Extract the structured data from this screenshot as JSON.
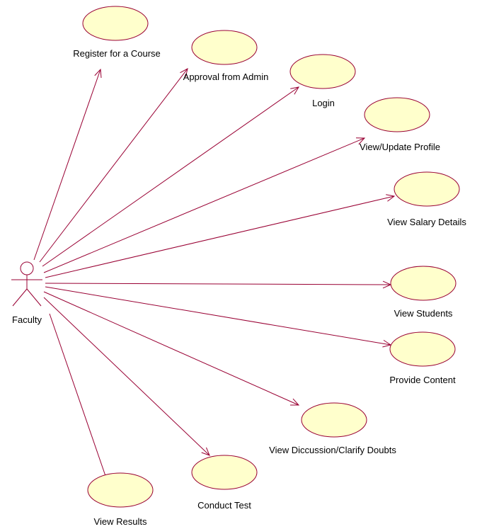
{
  "diagram": {
    "type": "use-case",
    "actor": {
      "name": "Faculty"
    },
    "use_cases": [
      {
        "id": "register",
        "label": "Register for a Course"
      },
      {
        "id": "approval",
        "label": "Approval from Admin"
      },
      {
        "id": "login",
        "label": "Login"
      },
      {
        "id": "profile",
        "label": "View/Update Profile"
      },
      {
        "id": "salary",
        "label": "View Salary Details"
      },
      {
        "id": "students",
        "label": "View Students"
      },
      {
        "id": "content",
        "label": "Provide Content"
      },
      {
        "id": "discussion",
        "label": "View Diccussion/Clarify Doubts"
      },
      {
        "id": "test",
        "label": "Conduct Test"
      },
      {
        "id": "results",
        "label": "View Results"
      }
    ],
    "associations": [
      {
        "from": "Faculty",
        "to": "register"
      },
      {
        "from": "Faculty",
        "to": "approval"
      },
      {
        "from": "Faculty",
        "to": "login"
      },
      {
        "from": "Faculty",
        "to": "profile"
      },
      {
        "from": "Faculty",
        "to": "salary"
      },
      {
        "from": "Faculty",
        "to": "students"
      },
      {
        "from": "Faculty",
        "to": "content"
      },
      {
        "from": "Faculty",
        "to": "discussion"
      },
      {
        "from": "Faculty",
        "to": "test"
      },
      {
        "from": "Faculty",
        "to": "results"
      }
    ],
    "colors": {
      "ellipse_fill": "#ffffcc",
      "line": "#990033"
    }
  }
}
